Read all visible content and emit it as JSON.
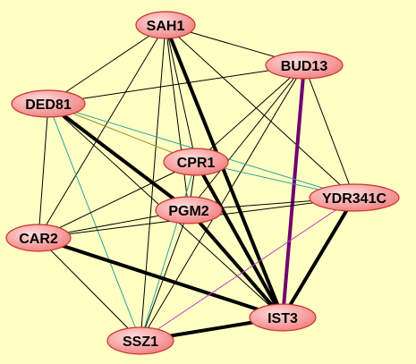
{
  "colors": {
    "background": "#ffffc4",
    "node_fill_light": "#ffdcdc",
    "node_fill_dark": "#f07878",
    "node_stroke": "#c83232",
    "edge_default": "#000000",
    "edge_teal": "#30a0a0",
    "edge_purple": "#700070",
    "edge_magenta": "#c040c0",
    "edge_olive": "#909020"
  },
  "nodes": [
    {
      "id": "SAH1",
      "label": "SAH1"
    },
    {
      "id": "BUD13",
      "label": "BUD13"
    },
    {
      "id": "DED81",
      "label": "DED81"
    },
    {
      "id": "CPR1",
      "label": "CPR1"
    },
    {
      "id": "YDR341C",
      "label": "YDR341C"
    },
    {
      "id": "PGM2",
      "label": "PGM2"
    },
    {
      "id": "CAR2",
      "label": "CAR2"
    },
    {
      "id": "IST3",
      "label": "IST3"
    },
    {
      "id": "SSZ1",
      "label": "SSZ1"
    }
  ],
  "edges": [
    {
      "source": "SAH1",
      "target": "BUD13",
      "color": "edge_default",
      "weight": "thin"
    },
    {
      "source": "SAH1",
      "target": "DED81",
      "color": "edge_default",
      "weight": "thin"
    },
    {
      "source": "SAH1",
      "target": "CPR1",
      "color": "edge_default",
      "weight": "thin"
    },
    {
      "source": "SAH1",
      "target": "PGM2",
      "color": "edge_default",
      "weight": "thin"
    },
    {
      "source": "SAH1",
      "target": "CAR2",
      "color": "edge_default",
      "weight": "thin"
    },
    {
      "source": "SAH1",
      "target": "SSZ1",
      "color": "edge_default",
      "weight": "thin"
    },
    {
      "source": "SAH1",
      "target": "YDR341C",
      "color": "edge_default",
      "weight": "thin"
    },
    {
      "source": "SAH1",
      "target": "IST3",
      "color": "edge_default",
      "weight": "thick"
    },
    {
      "source": "BUD13",
      "target": "DED81",
      "color": "edge_default",
      "weight": "thin"
    },
    {
      "source": "BUD13",
      "target": "CPR1",
      "color": "edge_default",
      "weight": "thin"
    },
    {
      "source": "BUD13",
      "target": "PGM2",
      "color": "edge_default",
      "weight": "thin"
    },
    {
      "source": "BUD13",
      "target": "SSZ1",
      "color": "edge_default",
      "weight": "thin"
    },
    {
      "source": "BUD13",
      "target": "YDR341C",
      "color": "edge_default",
      "weight": "thin"
    },
    {
      "source": "BUD13",
      "target": "IST3",
      "color": "edge_purple",
      "weight": "thick"
    },
    {
      "source": "DED81",
      "target": "CPR1",
      "color": "edge_olive",
      "weight": "thin"
    },
    {
      "source": "DED81",
      "target": "YDR341C",
      "color": "edge_teal",
      "weight": "thin"
    },
    {
      "source": "DED81",
      "target": "CAR2",
      "color": "edge_default",
      "weight": "thin"
    },
    {
      "source": "DED81",
      "target": "SSZ1",
      "color": "edge_teal",
      "weight": "thin"
    },
    {
      "source": "DED81",
      "target": "PGM2",
      "color": "edge_default",
      "weight": "thick"
    },
    {
      "source": "DED81",
      "target": "IST3",
      "color": "edge_default",
      "weight": "thin"
    },
    {
      "source": "CPR1",
      "target": "YDR341C",
      "color": "edge_teal",
      "weight": "thin"
    },
    {
      "source": "CPR1",
      "target": "CAR2",
      "color": "edge_default",
      "weight": "thin"
    },
    {
      "source": "CPR1",
      "target": "SSZ1",
      "color": "edge_teal",
      "weight": "thin"
    },
    {
      "source": "CPR1",
      "target": "PGM2",
      "color": "edge_default",
      "weight": "thin"
    },
    {
      "source": "CPR1",
      "target": "IST3",
      "color": "edge_default",
      "weight": "thick"
    },
    {
      "source": "PGM2",
      "target": "YDR341C",
      "color": "edge_default",
      "weight": "thin"
    },
    {
      "source": "PGM2",
      "target": "CAR2",
      "color": "edge_default",
      "weight": "thin"
    },
    {
      "source": "PGM2",
      "target": "SSZ1",
      "color": "edge_default",
      "weight": "thin"
    },
    {
      "source": "PGM2",
      "target": "IST3",
      "color": "edge_default",
      "weight": "thick"
    },
    {
      "source": "CAR2",
      "target": "YDR341C",
      "color": "edge_default",
      "weight": "thin"
    },
    {
      "source": "CAR2",
      "target": "SSZ1",
      "color": "edge_default",
      "weight": "thin"
    },
    {
      "source": "CAR2",
      "target": "IST3",
      "color": "edge_default",
      "weight": "thick"
    },
    {
      "source": "YDR341C",
      "target": "SSZ1",
      "color": "edge_magenta",
      "weight": "thin"
    },
    {
      "source": "YDR341C",
      "target": "IST3",
      "color": "edge_default",
      "weight": "thick"
    },
    {
      "source": "SSZ1",
      "target": "IST3",
      "color": "edge_default",
      "weight": "thick"
    }
  ]
}
